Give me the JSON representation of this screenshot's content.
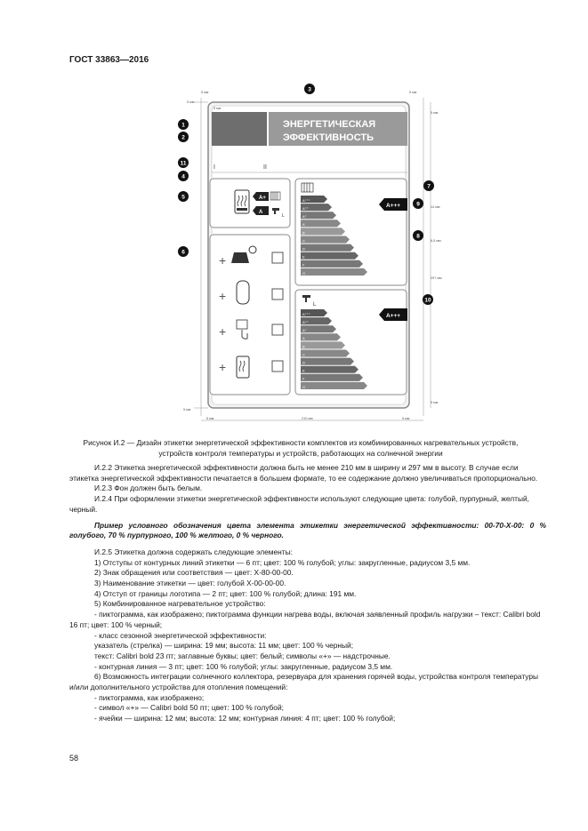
{
  "header": {
    "standard": "ГОСТ 33863—2016"
  },
  "figure": {
    "label_title_line1": "ЭНЕРГЕТИЧЕСКАЯ",
    "label_title_line2": "ЭФФЕКТИВНОСТЬ",
    "markers": [
      "1",
      "2",
      "3",
      "4",
      "5",
      "6",
      "7",
      "8",
      "9",
      "10",
      "11"
    ],
    "dims": {
      "top_left": "5 мм",
      "top_left2": "5 мм",
      "top_inner": "5 мм",
      "top_right": "5 мм",
      "right_top": "5 мм",
      "right_14": "14 мм",
      "right_65": "6,5 мм",
      "right_297": "297 мм",
      "right_bottom": "5 мм",
      "left_bottom": "5 мм",
      "bottom_left": "5 мм",
      "bottom_mid": "210 мм",
      "bottom_right": "5 мм"
    },
    "tick1": "I",
    "tick2": "II",
    "class_small_1": "A+",
    "class_small_2": "A",
    "big_class_1": "A+++",
    "big_class_2": "A+++",
    "scale_1": [
      "A⁺⁺⁺",
      "A⁺⁺",
      "A⁺",
      "A",
      "B",
      "C",
      "D",
      "E",
      "F",
      "G"
    ],
    "scale_2": [
      "A⁺⁺⁺",
      "A⁺⁺",
      "A⁺",
      "A",
      "B",
      "C",
      "D",
      "E",
      "F",
      "G"
    ],
    "plus_symbol": "+",
    "sub_L": "L",
    "colors": {
      "title_bg": "#9a9a9a",
      "logo_bg": "#6e6e6e",
      "frame": "#8a8a8a"
    },
    "icons": [
      "boiler-icon",
      "radiator-icon",
      "tap-icon",
      "solar-panel-icon",
      "tank-icon",
      "thermostat-hand-icon",
      "boiler-icon"
    ]
  },
  "caption": "Рисунок И.2 — Дизайн этикетки энергетической эффективности комплектов из комбинированных нагревательных устройств, устройств контроля температуры и устройств, работающих на солнечной энергии",
  "paragraphs": [
    "И.2.2 Этикетка энергетической эффективности должна быть не менее 210 мм в ширину и 297 мм в высоту. В случае если этикетка энергетической эффективности печатается в большем формате, то ее содержание должно увеличиваться пропорционально.",
    "И.2.3 Фон должен быть белым.",
    "И.2.4 При оформлении этикетки энергетической эффективности используют следующие цвета: голубой, пурпурный, желтый, черный."
  ],
  "example": "Пример условного обозначения цвета элемента этикетки энергетической эффективности: 00-70-Х-00: 0 % голубого, 70 % пурпурного, 100 % желтого, 0 % черного.",
  "list": [
    {
      "text": "И.2.5 Этикетка должна содержать следующие элементы:",
      "indent": true
    },
    {
      "text": "1) Отступы от контурных линий этикетки — 6 пт; цвет: 100 % голубой; углы: закругленные, радиусом 3,5 мм.",
      "indent": true
    },
    {
      "text": "2) Знак обращения или соответствия — цвет: Х-80-00-00.",
      "indent": true
    },
    {
      "text": "3) Наименование этикетки — цвет: голубой Х-00-00-00.",
      "indent": true
    },
    {
      "text": "4) Отступ от границы логотипа — 2 пт; цвет: 100 % голубой; длина: 191 мм.",
      "indent": true
    },
    {
      "text": "5) Комбинированное нагревательное устройство:",
      "indent": true
    },
    {
      "text": "- пиктограмма, как изображено; пиктограмма функции нагрева воды, включая заявленный профиль нагрузки – текст: Calibri bold 16 пт; цвет: 100 % черный;",
      "indent": true
    },
    {
      "text": "- класс сезонной энергетической эффективности:",
      "indent": true
    },
    {
      "text": "указатель (стрелка) — ширина: 19 мм; высота: 11 мм; цвет: 100 % черный;",
      "indent": true
    },
    {
      "text": "текст: Calibri bold 23 пт; заглавные буквы; цвет: белый; символы «+» — надстрочные.",
      "indent": true
    },
    {
      "text": "- контурная линия — 3 пт; цвет: 100 % голубой; углы: закругленные, радиусом 3,5 мм.",
      "indent": true
    },
    {
      "text": "6) Возможность интеграции солнечного коллектора, резервуара для хранения горячей воды, устройства контроля температуры и/или дополнительного устройства для отопления помещений:",
      "indent": true
    },
    {
      "text": "- пиктограмма, как изображено;",
      "indent": true
    },
    {
      "text": "- символ «+» — Calibri bold 50 пт; цвет: 100 % голубой;",
      "indent": true
    },
    {
      "text": "- ячейки — ширина: 12 мм; высота: 12 мм; контурная линия: 4 пт; цвет: 100 % голубой;",
      "indent": true
    }
  ],
  "page_number": "58"
}
